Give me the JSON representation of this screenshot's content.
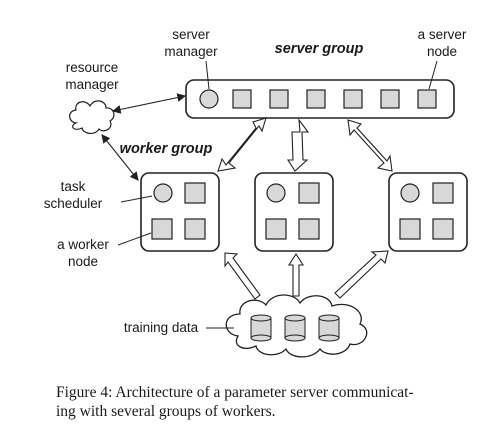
{
  "labels": {
    "server_manager_1": "server",
    "server_manager_2": "manager",
    "server_group": "server group",
    "server_node_1": "a server",
    "server_node_2": "node",
    "resource_manager_1": "resource",
    "resource_manager_2": "manager",
    "worker_group": "worker group",
    "task_scheduler_1": "task",
    "task_scheduler_2": "scheduler",
    "worker_node_1": "a worker",
    "worker_node_2": "node",
    "training_data": "training data"
  },
  "caption": {
    "line1": "Figure 4: Architecture of a parameter server communicat-",
    "line2": "ing with several groups of workers."
  },
  "colors": {
    "node_fill": "#d8d8d8",
    "stroke": "#222222"
  }
}
